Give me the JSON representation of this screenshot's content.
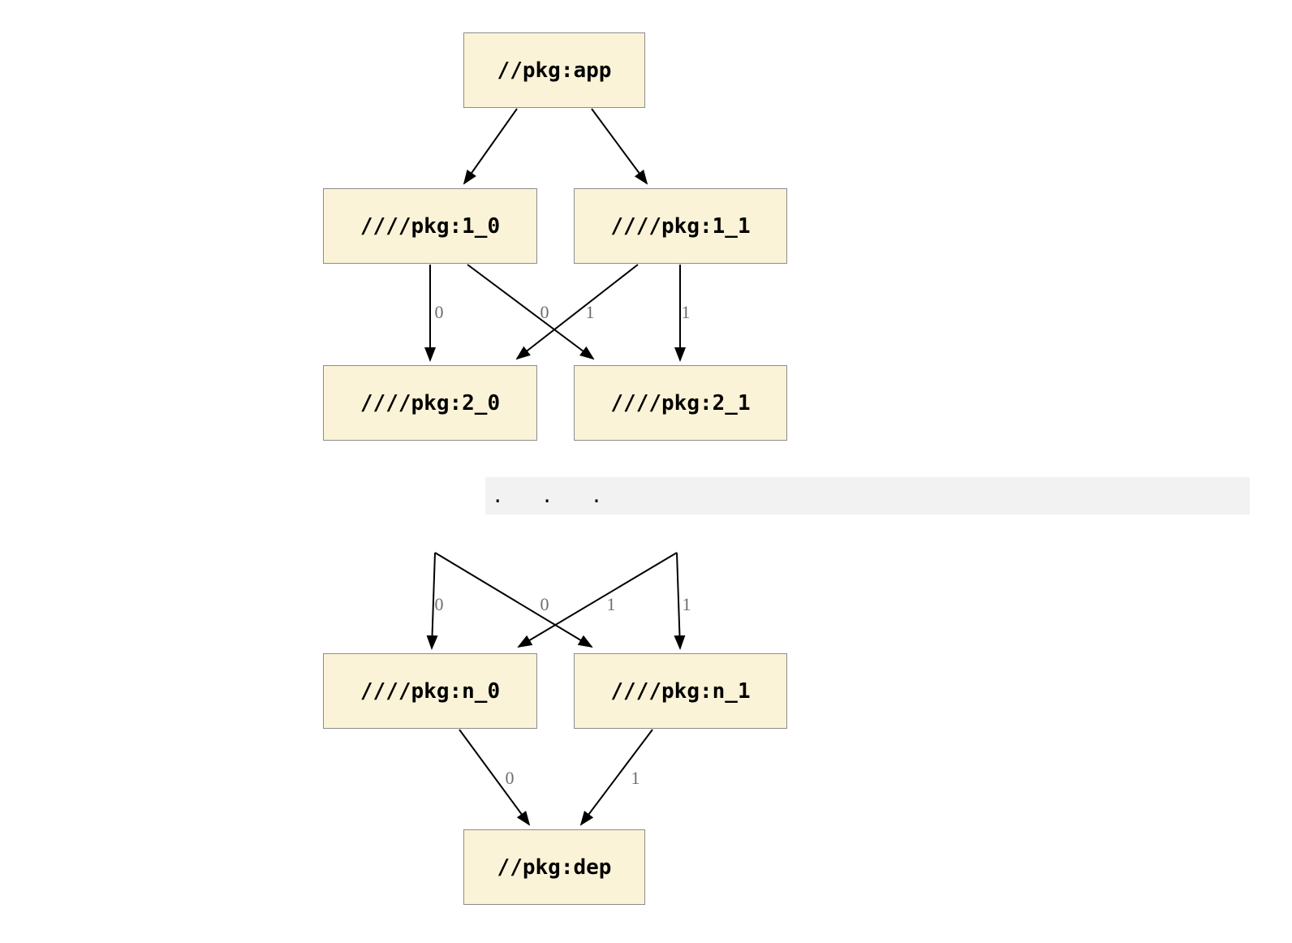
{
  "diagram": {
    "type": "dependency-graph",
    "nodes": {
      "app": {
        "label": "//pkg:app"
      },
      "1_0": {
        "label": "////pkg:1_0"
      },
      "1_1": {
        "label": "////pkg:1_1"
      },
      "2_0": {
        "label": "////pkg:2_0"
      },
      "2_1": {
        "label": "////pkg:2_1"
      },
      "n_0": {
        "label": "////pkg:n_0"
      },
      "n_1": {
        "label": "////pkg:n_1"
      },
      "dep": {
        "label": "//pkg:dep"
      }
    },
    "ellipsis": ". . .",
    "edges": [
      {
        "from": "app",
        "to": "1_0",
        "label": ""
      },
      {
        "from": "app",
        "to": "1_1",
        "label": ""
      },
      {
        "from": "1_0",
        "to": "2_0",
        "label": "0"
      },
      {
        "from": "1_0",
        "to": "2_1",
        "label": "0"
      },
      {
        "from": "1_1",
        "to": "2_0",
        "label": "1"
      },
      {
        "from": "1_1",
        "to": "2_1",
        "label": "1"
      },
      {
        "from": "...",
        "to": "n_0",
        "label": "0"
      },
      {
        "from": "...",
        "to": "n_1",
        "label": "0"
      },
      {
        "from": "...",
        "to": "n_0",
        "label": "1"
      },
      {
        "from": "...",
        "to": "n_1",
        "label": "1"
      },
      {
        "from": "n_0",
        "to": "dep",
        "label": "0"
      },
      {
        "from": "n_1",
        "to": "dep",
        "label": "1"
      }
    ],
    "colors": {
      "node_fill": "#fbf3d7",
      "node_border": "#8c8c8c",
      "edge": "#000000",
      "edge_label": "#6e6e6e",
      "ellipsis_background": "#f2f2f2"
    }
  }
}
